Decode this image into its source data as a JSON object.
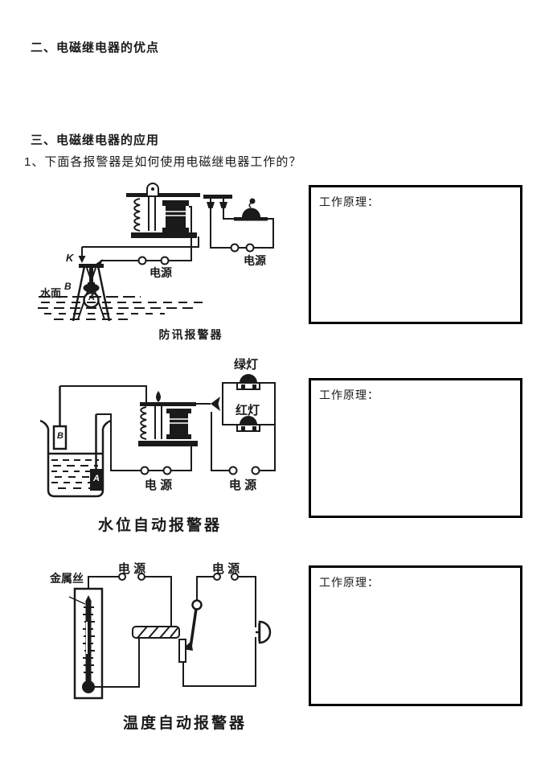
{
  "page": {
    "heading_advantages": "二、电磁继电器的优点",
    "heading_applications": "三、电磁继电器的应用",
    "question": "1、下面各报警器是如何使用电磁继电器工作的？"
  },
  "answer_box_label": "工作原理：",
  "diagrams": {
    "flood": {
      "caption": "防讯报警器",
      "labels": {
        "switch_k": "K",
        "point_b": "B",
        "float_a": "A",
        "water_surface": "水面",
        "power_control": "电源",
        "power_work": "电源"
      }
    },
    "water_level": {
      "caption": "水位自动报警器",
      "labels": {
        "green_lamp": "绿灯",
        "red_lamp": "红灯",
        "electrode_b": "B",
        "electrode_a": "A",
        "power_control": "电 源",
        "power_work": "电 源"
      }
    },
    "temperature": {
      "caption": "温度自动报警器",
      "labels": {
        "metal_wire": "金属丝",
        "power_control": "电 源",
        "power_work": "电 源"
      }
    }
  },
  "colors": {
    "ink": "#1a1a1a",
    "paper": "#ffffff"
  }
}
